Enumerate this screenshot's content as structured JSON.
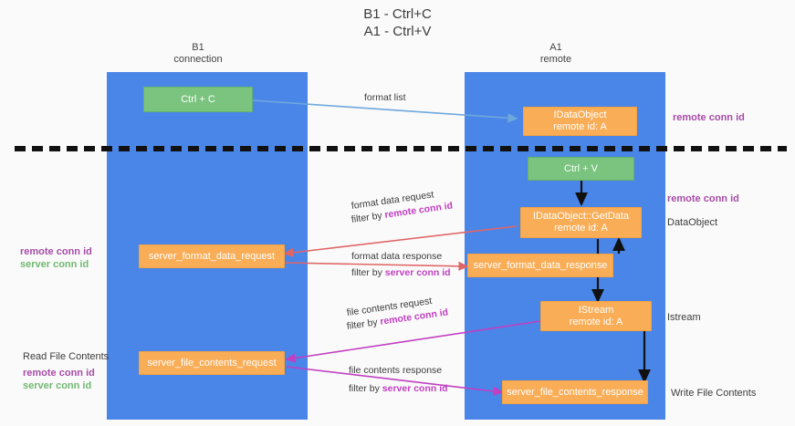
{
  "title": {
    "line1": "B1 - Ctrl+C",
    "line2": "A1 - Ctrl+V"
  },
  "columns": [
    {
      "name": "B1",
      "sub": "connection"
    },
    {
      "name": "A1",
      "sub": "remote"
    }
  ],
  "boxes": {
    "ctrl_c": "Ctrl + C",
    "ctrl_v": "Ctrl + V",
    "idataobject_name": "IDataObject",
    "idataobject_id": "remote id: A",
    "getdata_name": "IDataObject::GetData",
    "getdata_id": "remote id: A",
    "istream_name": "IStream",
    "istream_id": "remote id: A",
    "server_format_data_request": "server_format_data_request",
    "server_format_data_response": "server_format_data_response",
    "server_file_contents_request": "server_file_contents_request",
    "server_file_contents_response": "server_file_contents_response"
  },
  "arrow_labels": {
    "format_list": "format list",
    "format_data_request_l1": "format data request",
    "format_data_request_l2_prefix": "filter by ",
    "format_data_request_l2_key": "remote conn id",
    "format_data_response_l1": "format data response",
    "format_data_response_l2_prefix": "filter by ",
    "format_data_response_l2_key": "server conn id",
    "file_contents_request_l1": "file contents request",
    "file_contents_request_l2_prefix": "filter by ",
    "file_contents_request_l2_key": "remote conn id",
    "file_contents_response_l1": "file contents response",
    "file_contents_response_l2_prefix": "filter by ",
    "file_contents_response_l2_key": "server conn id"
  },
  "side_captions": {
    "right_remote_conn_id_top": "remote conn id",
    "right_remote_conn_id_mid": "remote conn id",
    "right_dataobject": "DataObject",
    "right_istream": "Istream",
    "right_write_file_contents": "Write File Contents",
    "left_remote_conn_id": "remote conn id",
    "left_server_conn_id": "server conn id",
    "left_read_file_contents": "Read File Contents",
    "left_remote_conn_id_2": "remote conn id",
    "left_server_conn_id_2": "server conn id"
  },
  "colors": {
    "lane": "#4a86e8",
    "green_box": "#7bc47f",
    "orange_box": "#f9ad57",
    "purple_text": "#a64ca6",
    "magenta_text": "#c23fc2",
    "green_text": "#71b971",
    "blue_arrow": "#6fa8dc",
    "red_arrow": "#e06666",
    "magenta_arrow": "#c23fc2",
    "black_arrow": "#000000",
    "divider": "#000000"
  }
}
